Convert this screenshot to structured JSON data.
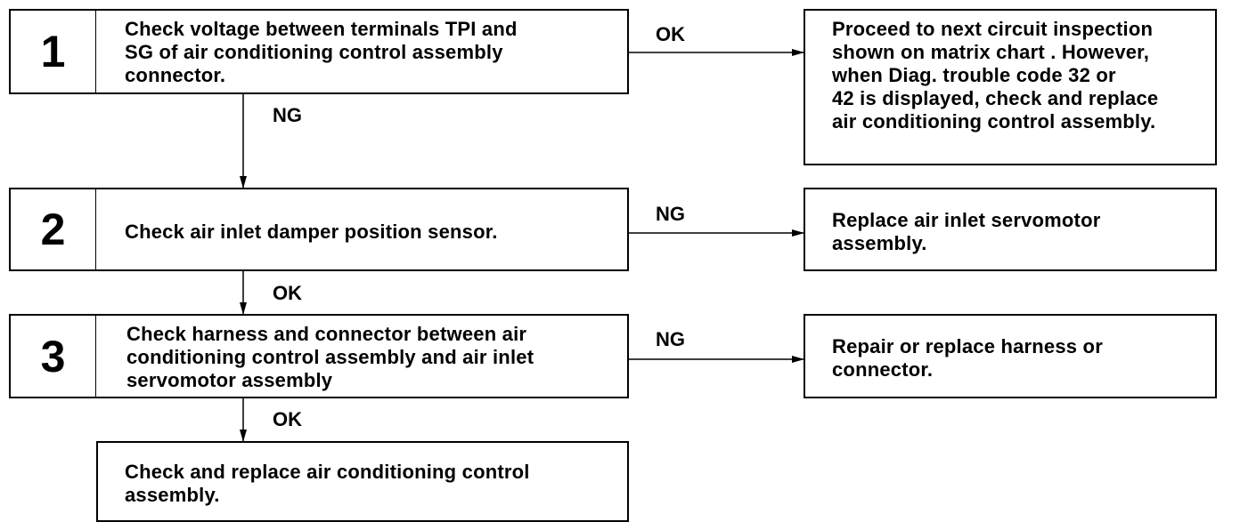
{
  "steps": [
    {
      "number": "1",
      "text": "Check voltage between terminals TPI and\nSG of air conditioning control assembly\nconnector."
    },
    {
      "number": "2",
      "text": "Check air inlet damper position sensor."
    },
    {
      "number": "3",
      "text": "Check harness and connector between air\nconditioning control assembly and air inlet\nservomotor assembly"
    }
  ],
  "final_step": {
    "text": "Check and replace air conditioning control\nassembly."
  },
  "results": [
    {
      "text": "Proceed to next circuit inspection\nshown on matrix chart . However,\nwhen Diag. trouble code 32 or\n42 is displayed, check and replace\nair conditioning control assembly."
    },
    {
      "text": "Replace air inlet servomotor\nassembly."
    },
    {
      "text": "Repair or replace harness or\nconnector."
    }
  ],
  "labels": {
    "step1_right": "OK",
    "step1_down": "NG",
    "step2_right": "NG",
    "step2_down": "OK",
    "step3_right": "NG",
    "step3_down": "OK"
  }
}
